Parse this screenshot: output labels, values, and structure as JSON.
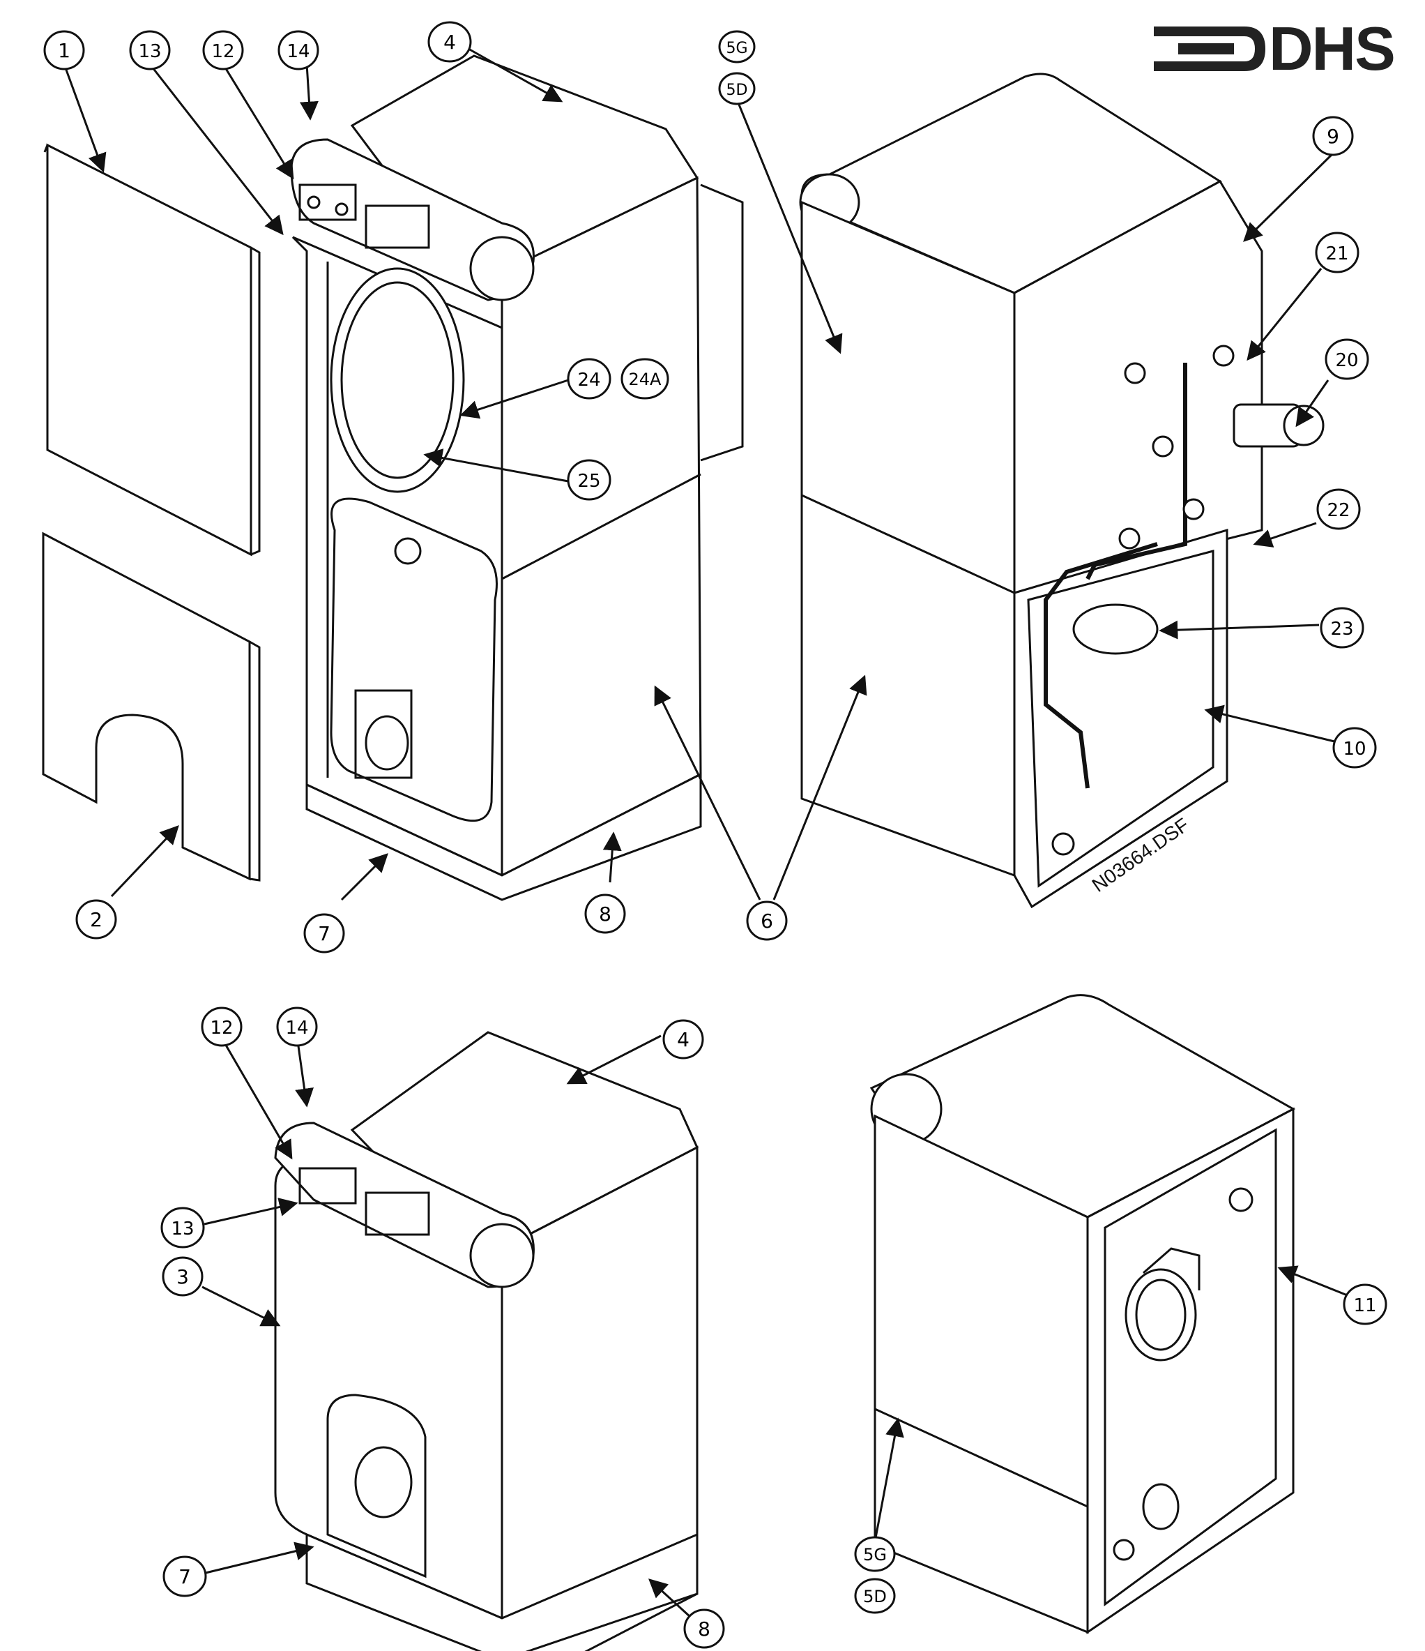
{
  "logo": {
    "text": "DHS"
  },
  "drawing_code": "N03664.DSF",
  "callouts": [
    {
      "id": "c1",
      "label": "1"
    },
    {
      "id": "c13a",
      "label": "13"
    },
    {
      "id": "c12a",
      "label": "12"
    },
    {
      "id": "c14a",
      "label": "14"
    },
    {
      "id": "c4a",
      "label": "4"
    },
    {
      "id": "c5Ga",
      "label": "5G"
    },
    {
      "id": "c5Da",
      "label": "5D"
    },
    {
      "id": "c9",
      "label": "9"
    },
    {
      "id": "c21",
      "label": "21"
    },
    {
      "id": "c20",
      "label": "20"
    },
    {
      "id": "c24",
      "label": "24"
    },
    {
      "id": "c24A",
      "label": "24A"
    },
    {
      "id": "c25",
      "label": "25"
    },
    {
      "id": "c22",
      "label": "22"
    },
    {
      "id": "c23",
      "label": "23"
    },
    {
      "id": "c10",
      "label": "10"
    },
    {
      "id": "c2",
      "label": "2"
    },
    {
      "id": "c7a",
      "label": "7"
    },
    {
      "id": "c8a",
      "label": "8"
    },
    {
      "id": "c6",
      "label": "6"
    },
    {
      "id": "c12b",
      "label": "12"
    },
    {
      "id": "c14b",
      "label": "14"
    },
    {
      "id": "c4b",
      "label": "4"
    },
    {
      "id": "c13b",
      "label": "13"
    },
    {
      "id": "c3",
      "label": "3"
    },
    {
      "id": "c11",
      "label": "11"
    },
    {
      "id": "c7b",
      "label": "7"
    },
    {
      "id": "c8b",
      "label": "8"
    },
    {
      "id": "c5Gb",
      "label": "5G"
    },
    {
      "id": "c5Db",
      "label": "5D"
    }
  ]
}
